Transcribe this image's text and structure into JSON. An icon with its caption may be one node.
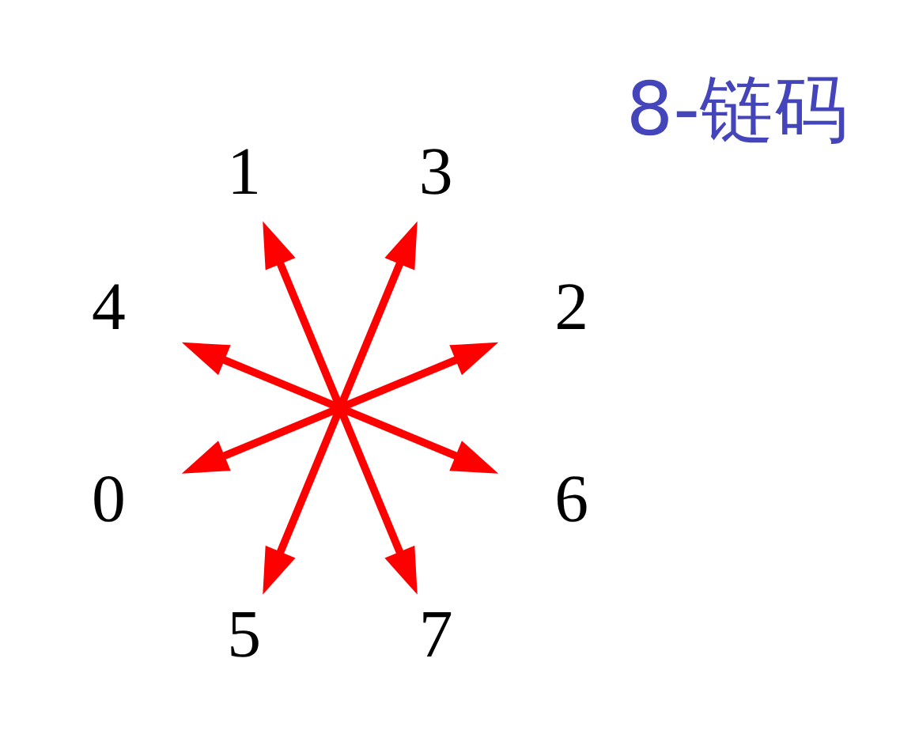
{
  "diagram": {
    "nodes": [
      {
        "text": [],
        "shape": "point"
      },
      {
        "text": [
          "2"
        ]
      },
      {
        "text": [
          "3"
        ]
      },
      {
        "text": [
          "1"
        ]
      },
      {
        "text": [
          "4"
        ]
      },
      {
        "text": [
          "0"
        ]
      },
      {
        "text": [
          "5"
        ]
      },
      {
        "text": [
          "7"
        ]
      },
      {
        "text": [
          "6"
        ]
      }
    ],
    "edges": [
      {
        "from": 0,
        "to": 5,
        "arrow": "to"
      },
      {
        "from": 0,
        "to": 3,
        "arrow": "to"
      },
      {
        "from": 0,
        "to": 1,
        "arrow": "to"
      },
      {
        "from": 0,
        "to": 2,
        "arrow": "to"
      },
      {
        "from": 0,
        "to": 4,
        "arrow": "to"
      },
      {
        "from": 0,
        "to": 6,
        "arrow": "to"
      },
      {
        "from": 0,
        "to": 8,
        "arrow": "to"
      },
      {
        "from": 0,
        "to": 7,
        "arrow": "to"
      }
    ],
    "labels": [
      "8-链码"
    ]
  }
}
